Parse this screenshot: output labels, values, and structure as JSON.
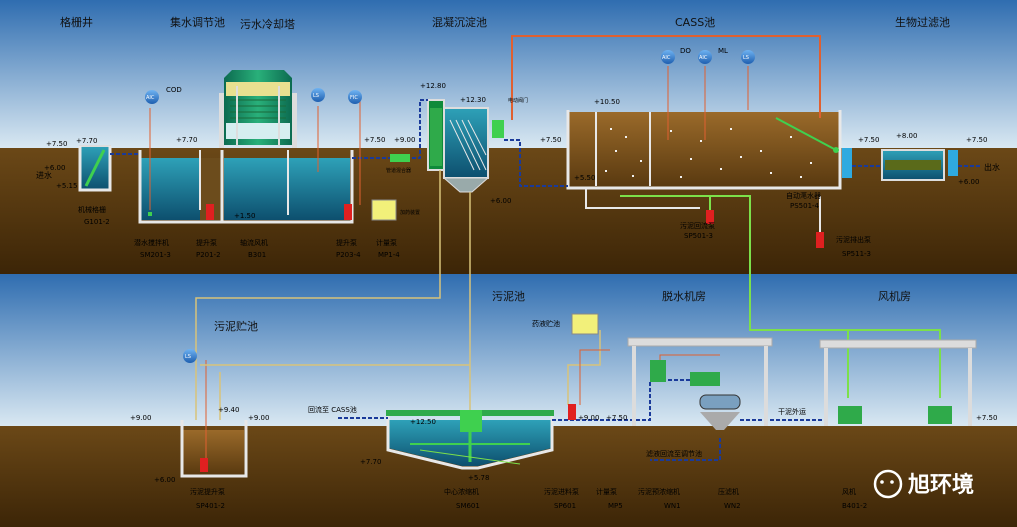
{
  "titles": {
    "grille": "格栅井",
    "equalization": "集水调节池",
    "cooling_tower": "污水冷却塔",
    "coag": "混凝沉淀池",
    "cass": "CASS池",
    "biofilter": "生物过滤池",
    "sludge_tank": "污泥池",
    "sludge_storage": "污泥贮池",
    "dewatering": "脱水机房",
    "blower": "风机房"
  },
  "levels": {
    "l1": "+7.50",
    "l2": "+7.70",
    "l3": "+6.00",
    "l4": "+5.15",
    "l5": "+7.70",
    "l6": "+1.50",
    "l7": "+7.50",
    "l8": "+9.00",
    "l9": "+12.80",
    "l10": "+12.30",
    "l11": "+6.00",
    "l12": "+7.50",
    "l13": "+10.50",
    "l14": "+5.50",
    "l15": "+7.50",
    "l16": "+8.00",
    "l17": "+7.50",
    "l18": "+6.00",
    "l19": "+9.00",
    "l20": "+9.40",
    "l21": "+9.00",
    "l22": "+6.00",
    "l23": "+12.50",
    "l24": "+7.70",
    "l25": "+5.78",
    "l26": "+9.00",
    "l27": "+7.50",
    "l28": "+7.50"
  },
  "instruments": {
    "aic_cod": "AIC",
    "cod": "COD",
    "li1": "LS",
    "fic": "FIC",
    "aic_do": "AIC",
    "do": "DO",
    "aic_ml": "AIC",
    "ml": "ML",
    "ls_cass": "LS",
    "ls_store": "LS"
  },
  "equipment": {
    "inlet": "进水",
    "outlet": "出水",
    "screen": "机械格栅",
    "screen_code": "G101-2",
    "mixer": "潜水搅拌机",
    "mixer_code": "SM201-3",
    "lift_pump": "提升泵",
    "lift_pump_code": "P201-2",
    "axial_fan": "轴流风机",
    "axial_fan_code": "B301",
    "lift_pump2": "提升泵",
    "lift_pump2_code": "P203-4",
    "meter_pump": "计量泵",
    "meter_pump_code": "MP1-4",
    "pipe_mixer": "管道混合器",
    "dosing_tank": "加药装置",
    "elec_valve": "电动阀门",
    "decanter": "自动滗水器",
    "decanter_code": "PS501-4",
    "return_pump": "污泥回流泵",
    "return_pump_code": "SP501-3",
    "waste_pump": "污泥排出泵",
    "waste_pump_code": "SP511-3",
    "sludge_lift": "污泥提升泵",
    "sludge_lift_code": "SP401-2",
    "return_cass": "回流至 CASS池",
    "thickener": "中心浓缩机",
    "thickener_code": "SM601",
    "feed_pump": "污泥进料泵",
    "feed_pump_code": "SP601",
    "meter_pump2": "计量泵",
    "meter_pump2_code": "MP5",
    "belt_thick": "污泥预浓缩机",
    "belt_thick_code": "WN1",
    "press": "压滤机",
    "press_code": "WN2",
    "chem_tank": "药液贮池",
    "cake_out": "干泥外运",
    "filtrate": "滤液回流至调节池",
    "blower": "风机",
    "blower_code": "B401-2"
  },
  "watermark": "旭环境",
  "colors": {
    "sky_top": "#2f6db0",
    "sky_bottom": "#d7e6f1",
    "soil": "#5c3b12",
    "water": "#1f7f9a",
    "sludge": "#8a5a1c",
    "pipe_red": "#e06030",
    "pipe_green": "#7ce04a"
  }
}
